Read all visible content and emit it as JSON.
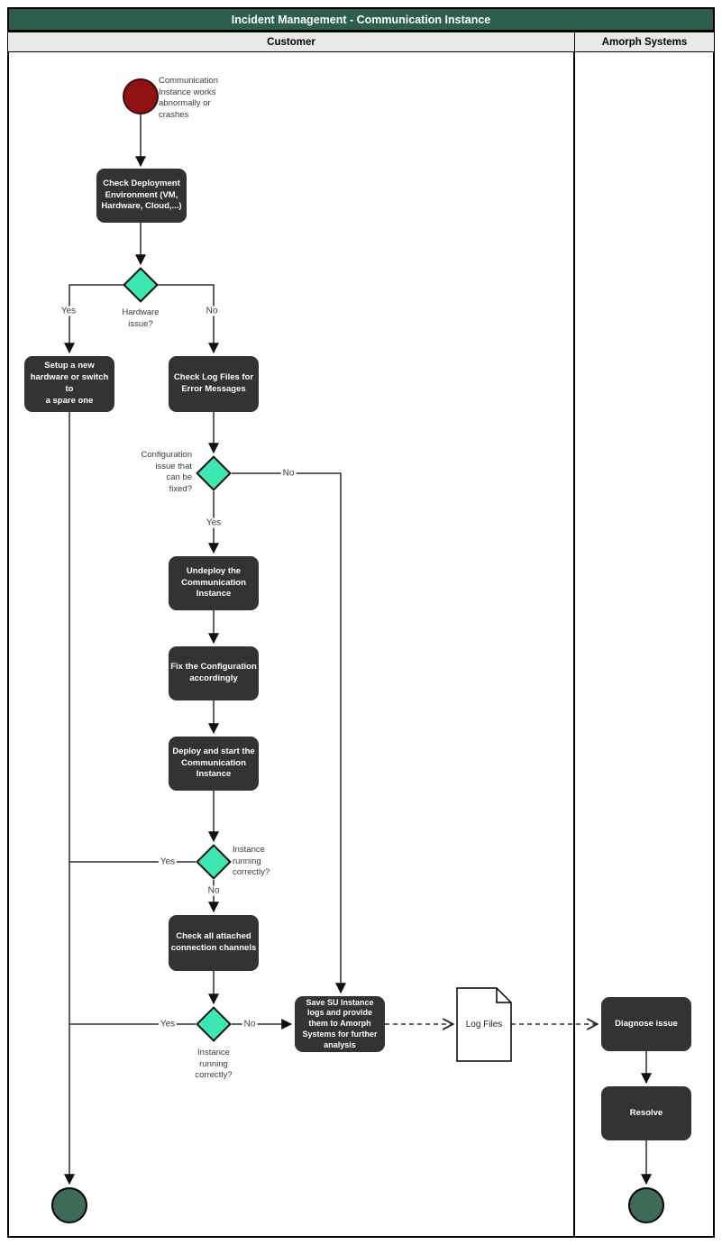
{
  "title": "Incident Management - Communication Instance",
  "lanes": {
    "customer": "Customer",
    "amorph": "Amorph Systems"
  },
  "colors": {
    "title_bg": "#2e5e50",
    "lane_header_bg": "#e9e9e9",
    "activity_bg": "#333333",
    "activity_text": "#ffffff",
    "decision_fill": "#3ee6b2",
    "start_fill": "#8e1212",
    "end_fill": "#3e6b58",
    "connector": "#2c2c2c"
  },
  "nodes": {
    "start_note": "Communication\nInstance works\nabnormally or\ncrashes",
    "check_deployment": "Check Deployment\nEnvironment (VM,\nHardware, Cloud,...)",
    "setup_hardware": "Setup a new\nhardware or switch to\na spare one",
    "check_logs": "Check Log Files for\nError Messages",
    "undeploy": "Undeploy the\nCommunication\nInstance",
    "fix_config": "Fix the Configuration\naccordingly",
    "deploy_start": "Deploy and start the\nCommunication\nInstance",
    "check_channels": "Check all attached\nconnection channels",
    "save_logs": "Save SU Instance\nlogs and provide\nthem to Amorph\nSystems for further\nanalysis",
    "log_files": "Log Files",
    "diagnose": "Diagnose issue",
    "resolve": "Resolve"
  },
  "decisions": {
    "hardware_issue": "Hardware\nissue?",
    "config_issue": "Configuration\nissue that\ncan be\nfixed?",
    "instance_running_1": "Instance\nrunning\ncorrectly?",
    "instance_running_2": "Instance\nrunning\ncorrectly?"
  },
  "edge_labels": {
    "d1_yes": "Yes",
    "d1_no": "No",
    "d2_no": "No",
    "d2_yes": "Yes",
    "d3_yes": "Yes",
    "d3_no": "No",
    "d4_yes": "Yes",
    "d4_no": "No"
  }
}
